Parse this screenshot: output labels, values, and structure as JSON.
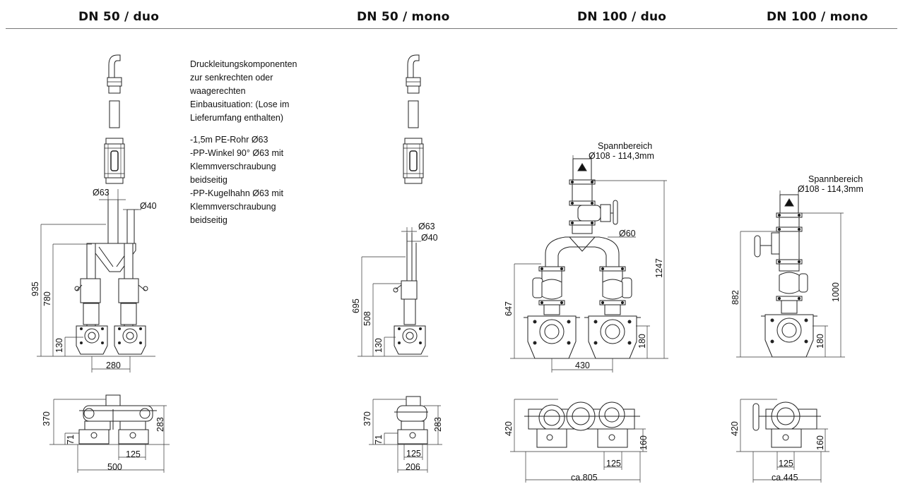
{
  "headers": {
    "dn50_duo": "DN 50 / duo",
    "dn50_mono": "DN 50 / mono",
    "dn100_duo": "DN 100 / duo",
    "dn100_mono": "DN 100 / mono"
  },
  "description": {
    "line1": "Druckleitungskomponenten",
    "line2": "zur senkrechten oder",
    "line3": "waagerechten",
    "line4": "Einbausituation: (Lose im",
    "line5": "Lieferumfang enthalten)",
    "line6": "-1,5m PE-Rohr Ø63",
    "line7": "-PP-Winkel 90° Ø63 mit",
    "line8": "Klemmverschraubung",
    "line9": "beidseitig",
    "line10": "-PP-Kugelhahn Ø63 mit",
    "line11": "Klemmverschraubung",
    "line12": "beidseitig"
  },
  "dims": {
    "duo50": {
      "d63": "Ø63",
      "d40": "Ø40",
      "h935": "935",
      "h780": "780",
      "h130": "130",
      "w280": "280",
      "p370": "370",
      "p71": "71",
      "p283": "283",
      "p125": "125",
      "p500": "500"
    },
    "mono50": {
      "d63": "Ø63",
      "d40": "Ø40",
      "h695": "695",
      "h508": "508",
      "h130": "130",
      "p370": "370",
      "p71": "71",
      "p283": "283",
      "p125": "125",
      "p206": "206"
    },
    "duo100": {
      "span_label": "Spannbereich",
      "span_value": "Ø108 - 114,3mm",
      "d60": "Ø60",
      "h647": "647",
      "h1247": "1247",
      "h180": "180",
      "w430": "430",
      "p420": "420",
      "p160": "160",
      "p125": "125",
      "p805": "ca.805"
    },
    "mono100": {
      "span_label": "Spannbereich",
      "span_value": "Ø108 - 114,3mm",
      "h882": "882",
      "h1000": "1000",
      "h180": "180",
      "p420": "420",
      "p160": "160",
      "p125": "125",
      "p445": "ca.445"
    }
  }
}
